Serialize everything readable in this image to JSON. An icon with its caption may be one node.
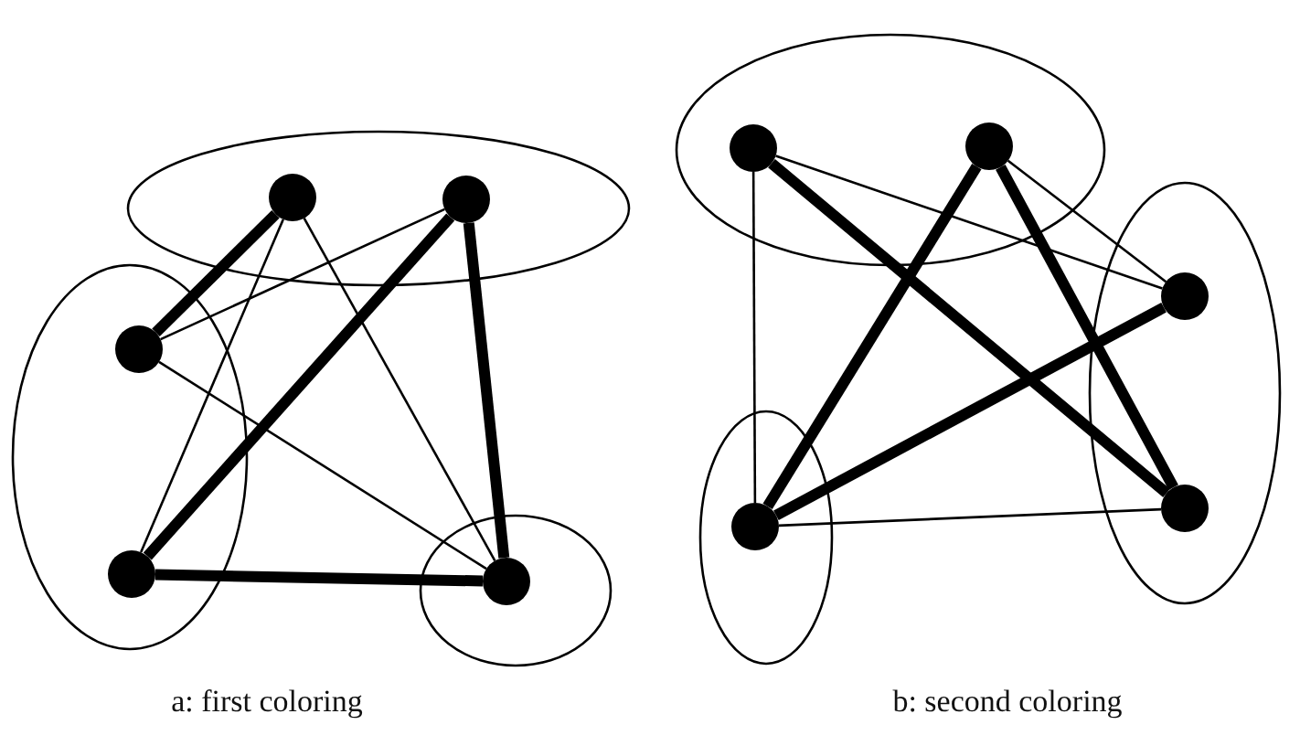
{
  "diagram": {
    "nodes": [
      {
        "text": [],
        "shape": "circle"
      },
      {
        "text": [],
        "shape": "circle"
      },
      {
        "text": [],
        "shape": "circle"
      },
      {
        "text": [],
        "shape": "circle"
      },
      {
        "text": [],
        "shape": "circle"
      },
      {
        "text": [],
        "shape": "circle"
      },
      {
        "text": [],
        "shape": "circle"
      },
      {
        "text": [],
        "shape": "circle"
      },
      {
        "text": [],
        "shape": "circle"
      },
      {
        "text": [],
        "shape": "circle"
      }
    ],
    "edges": [
      {
        "from": 2,
        "to": 0,
        "arrow": "none",
        "style": "thick"
      },
      {
        "from": 0,
        "to": 3,
        "arrow": "none"
      },
      {
        "from": 0,
        "to": 4,
        "arrow": "none"
      },
      {
        "from": 1,
        "to": 2,
        "arrow": "none"
      },
      {
        "from": 1,
        "to": 3,
        "arrow": "none",
        "style": "thick"
      },
      {
        "from": 1,
        "to": 4,
        "arrow": "none",
        "style": "thick"
      },
      {
        "from": 2,
        "to": 4,
        "arrow": "none"
      },
      {
        "from": 3,
        "to": 4,
        "arrow": "none",
        "style": "thick"
      },
      {
        "from": 5,
        "to": 9,
        "arrow": "none"
      },
      {
        "from": 5,
        "to": 8,
        "arrow": "none",
        "style": "thick"
      },
      {
        "from": 5,
        "to": 7,
        "arrow": "none"
      },
      {
        "from": 6,
        "to": 9,
        "arrow": "none",
        "style": "thick"
      },
      {
        "from": 6,
        "to": 8,
        "arrow": "none",
        "style": "thick"
      },
      {
        "from": 6,
        "to": 7,
        "arrow": "none"
      },
      {
        "from": 7,
        "to": 9,
        "arrow": "none",
        "style": "thick"
      },
      {
        "from": 9,
        "to": 8,
        "arrow": "none"
      }
    ],
    "labels": [
      "a: first coloring",
      "b: second coloring"
    ]
  }
}
